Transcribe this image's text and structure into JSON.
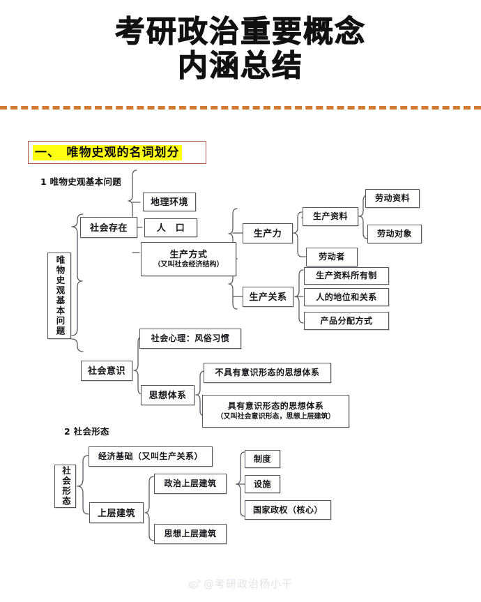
{
  "title": {
    "line1": "考研政治重要概念",
    "line2": "内涵总结"
  },
  "divider_color": "#d07a32",
  "sections": [
    {
      "heading": "一、　唯物史观的名词划分",
      "heading_border_color": "#b5564a",
      "heading_highlight_color": "#ffff14",
      "subsections": [
        {
          "label": "1 唯物史观基本问题"
        },
        {
          "label": "2 社会形态"
        }
      ]
    }
  ],
  "diagram1": {
    "root": "唯物史观基本问题",
    "nodes": {
      "social_existence": "社会存在",
      "geography": "地理环境",
      "population": "人　口",
      "production_mode": "生产方式",
      "production_mode_note": "（又叫社会经济结构）",
      "productive_forces": "生产力",
      "means_of_production": "生产资料",
      "labor_materials": "劳动资料",
      "labor_objects": "劳动对象",
      "laborer": "劳动者",
      "production_relations": "生产关系",
      "ownership": "生产资料所有制",
      "status_relations": "人的地位和关系",
      "distribution": "产品分配方式",
      "social_consciousness": "社会意识",
      "social_psychology": "社会心理：风俗习惯",
      "thought_system": "思想体系",
      "non_ideological": "不具有意识形态的思想体系",
      "ideological": "具有意识形态的思想体系",
      "ideological_note": "（又叫社会意识形态，思想上层建筑）"
    }
  },
  "diagram2": {
    "root": "社会形态",
    "nodes": {
      "economic_base": "经济基础（又叫生产关系）",
      "superstructure": "上层建筑",
      "political_superstructure": "政治上层建筑",
      "ideological_superstructure": "思想上层建筑",
      "institution": "制度",
      "facility": "设施",
      "state_power": "国家政权（核心）"
    }
  },
  "watermark": {
    "handle": "@考研政治杨小干"
  }
}
